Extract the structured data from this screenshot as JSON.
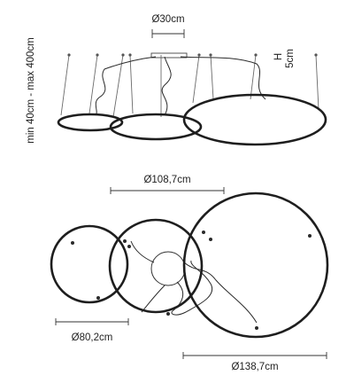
{
  "dimensions": {
    "canopy_diameter": "Ø30cm",
    "canopy_height": "5cm",
    "canopy_height_marker": "H",
    "suspension_length": "min 40cm - max 400cm",
    "medium_ring_diameter": "Ø108,7cm",
    "small_ring_diameter": "Ø80,2cm",
    "large_ring_diameter": "Ø138,7cm"
  },
  "colors": {
    "ring_stroke": "#1e1e1e",
    "wire": "#6a6a6a",
    "text": "#222222",
    "background": "#ffffff"
  }
}
